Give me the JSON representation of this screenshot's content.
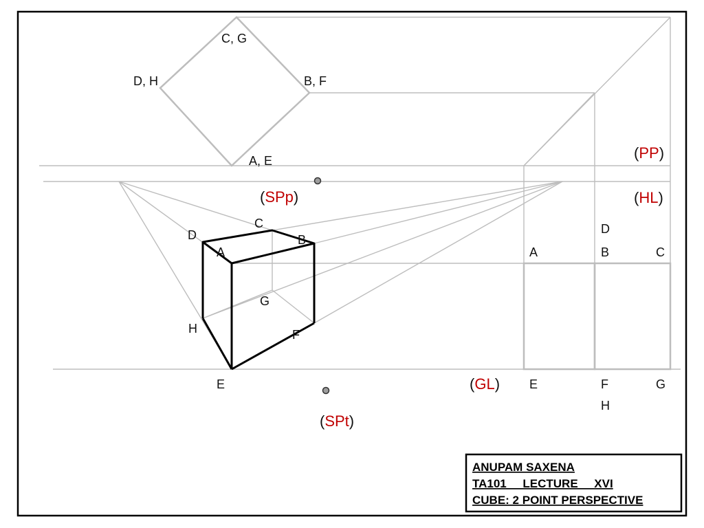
{
  "colors": {
    "construction": "#bdbdbd",
    "cube": "#000000",
    "accent": "#c00000",
    "text": "#111111"
  },
  "plan_labels": {
    "cg": "C, G",
    "dh": "D, H",
    "bf": "B, F",
    "ae": "A, E"
  },
  "reference_lines": {
    "pp": {
      "open": "(",
      "code": "PP",
      "close": ")"
    },
    "hl": {
      "open": "(",
      "code": "HL",
      "close": ")"
    },
    "gl": {
      "open": "(",
      "code": "GL",
      "close": ")"
    },
    "spp": {
      "open": "(",
      "code": "SPp",
      "close": ")"
    },
    "spt": {
      "open": "(",
      "code": "SPt",
      "close": ")"
    }
  },
  "perspective_labels": {
    "d": "D",
    "c": "C",
    "a": "A",
    "b": "B",
    "g": "G",
    "h": "H",
    "f": "F",
    "e": "E"
  },
  "elevation_labels": {
    "d": "D",
    "a": "A",
    "b": "B",
    "c": "C",
    "e": "E",
    "f": "F",
    "g": "G",
    "h": "H"
  },
  "title_block": {
    "line1": "ANUPAM SAXENA",
    "line2": "TA101     LECTURE     XVI",
    "line3": "CUBE: 2 POINT PERSPECTIVE"
  }
}
